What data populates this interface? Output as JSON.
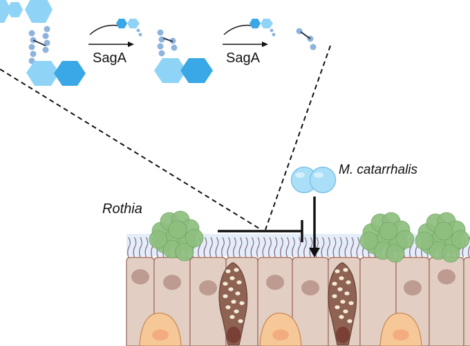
{
  "labels": {
    "enzyme_1": "SagA",
    "enzyme_2": "SagA",
    "bacterium_rothia": "Rothia",
    "bacterium_moraxella": "M. catarrhalis"
  },
  "colors": {
    "hex_light": "#8fd4f6",
    "hex_dark": "#3aa8e6",
    "bead": "#8fb4dc",
    "rothia": "#8fbf7f",
    "rothia_dark": "#6fa563",
    "moraxella": "#aadff7",
    "cell": "#e2cec2",
    "cell_edge": "#a7766b",
    "goblet": "#8f6354",
    "basal": "#f6c897",
    "nucleus": "#b08a80",
    "mucus": "#e3eefa",
    "cilia": "#8c6f86",
    "line": "#111111"
  },
  "icons": [
    "peptidoglycan-fragment",
    "enzyme-arrow",
    "rothia-cluster",
    "moraxella-diplococcus",
    "epithelium"
  ]
}
